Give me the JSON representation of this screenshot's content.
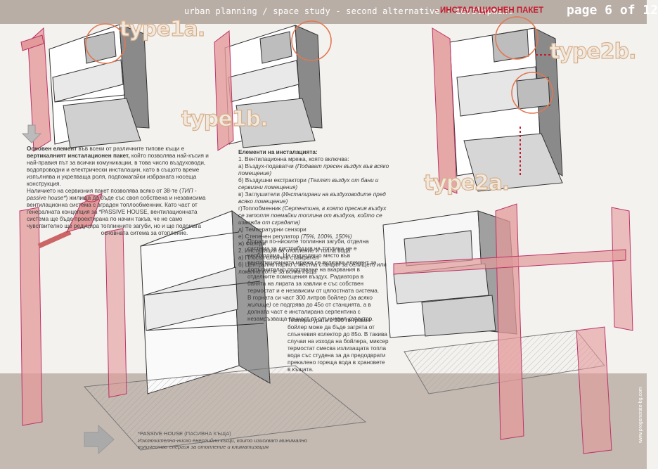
{
  "header": {
    "title": "urban planning / space study  - second alternative - development",
    "subtitle": "- ИНСТАЛАЦИОНЕН ПАКЕТ",
    "page": "page 6 of 12"
  },
  "labels": {
    "type1a": "type1a.",
    "type1b": "type1b.",
    "type2b": "type2b.",
    "type2a": "type2a."
  },
  "intro": {
    "p1_b1": "Основен елемент",
    "p1_t1": " във всеки от различните типове къщи е ",
    "p1_b2": "вертикалният инсталационен пакет,",
    "p1_t2": " който позволява най-късия и най-правия път за всички комуникации, в това число въздуховоди, водопроводни и електрически инсталации, като в същото време изпълнява и укрепваща роля, подпомагайки избраната носеща конструкция.",
    "p2_t1": "Наличието на сервизния пакет позволява всяко от 38-те (",
    "p2_i1": "ТИП - passive house*",
    "p2_t2": ") жилища да бъде със своя собствена и независима вентилационна система с вграден топлообменник. Като част от генералната концепция за *PASSIVE HOUSE, вентилационната система ще бъде проектирана по начин такъв, че не само чувствително ще редуцира топлинните загуби, но и ще подомага",
    "p2_t3": "основната ситема за отопление."
  },
  "elements": {
    "heading": "Елементи на инсталацията:",
    "items": [
      {
        "text": "1. Вентилационна мрежа, която включва:",
        "note": ""
      },
      {
        "text": "а) Въздух-подаватчи ",
        "note": "(Подават пресен въздух във всяко помещение)"
      },
      {
        "text": "б) Въздушни екстрактори ",
        "note": "(Теглят въздух от бани и сервизни помещения)"
      },
      {
        "text": "в) Заглушители ",
        "note": "(Инсталирани на въздуховодите пред всяко помещение)"
      },
      {
        "text": "г)Топлобменник ",
        "note": "(Серпентина, в която пресния въздух се затопля поемайки топлина от въздуха, който се извежда от сградата)"
      },
      {
        "text": "д) Температурни сензори",
        "note": ""
      },
      {
        "text": "е) Степенен регулатор ",
        "note": "(75%, 100%, 150%)"
      },
      {
        "text": "ж) Филтри",
        "note": ""
      },
      {
        "text": " ",
        "note": ""
      },
      {
        "text": "2. Инсталация за отопление и топла вода",
        "note": ""
      },
      {
        "text": "а) Плосък слънчев събирател",
        "note": ""
      },
      {
        "text": "б) Централно парно с местна станция за селището или локално котле за всяка къща",
        "note": ""
      }
    ]
  },
  "heating": {
    "text": "Поради по-ниските топлинни загуби, отделна система за дистрибуция на топлина не е необходима. На подходящо място във вентилационната  мрежа се включва елемент за допълнително подгряване на вкарвания в отделните помещения въздух. Радиатора в банята на лирата за хавлии е със собствен термостат и е независим от цялостната система. В горната си част 300 литров бойлер",
    "italic": "(за всяко жилище)",
    "text2": " се подгрява до 45о от станцията, а в долната част е инсталирана серпентина с незамръзваща течност от слънчевия колектор."
  },
  "boiler": {
    "text": "Температурата в 300 литровия бойлер може да бъде загрята от слънчевия колектор до 85о. В такива случаи на изхода на бойлера, миксер термостат смесва излизащата топла вода със студена за да предодврати прекалено гореща вода в храновете в къщата."
  },
  "passive": {
    "title": "*PASSIVE HOUSE",
    "title_bg": " (ПАСИВНА КЪЩА)",
    "text": "Изключително-ниско енергийни къщи, които изискват минимално количество енергия за отопление и климатизация"
  },
  "website": "www.progenerate-bg.com",
  "colors": {
    "header_bg": "#b9aea6",
    "accent_red": "#c8182c",
    "duct_pink": "#e39a9a",
    "bottom_band": "#c4bab2",
    "circle_orange": "#e27752"
  }
}
